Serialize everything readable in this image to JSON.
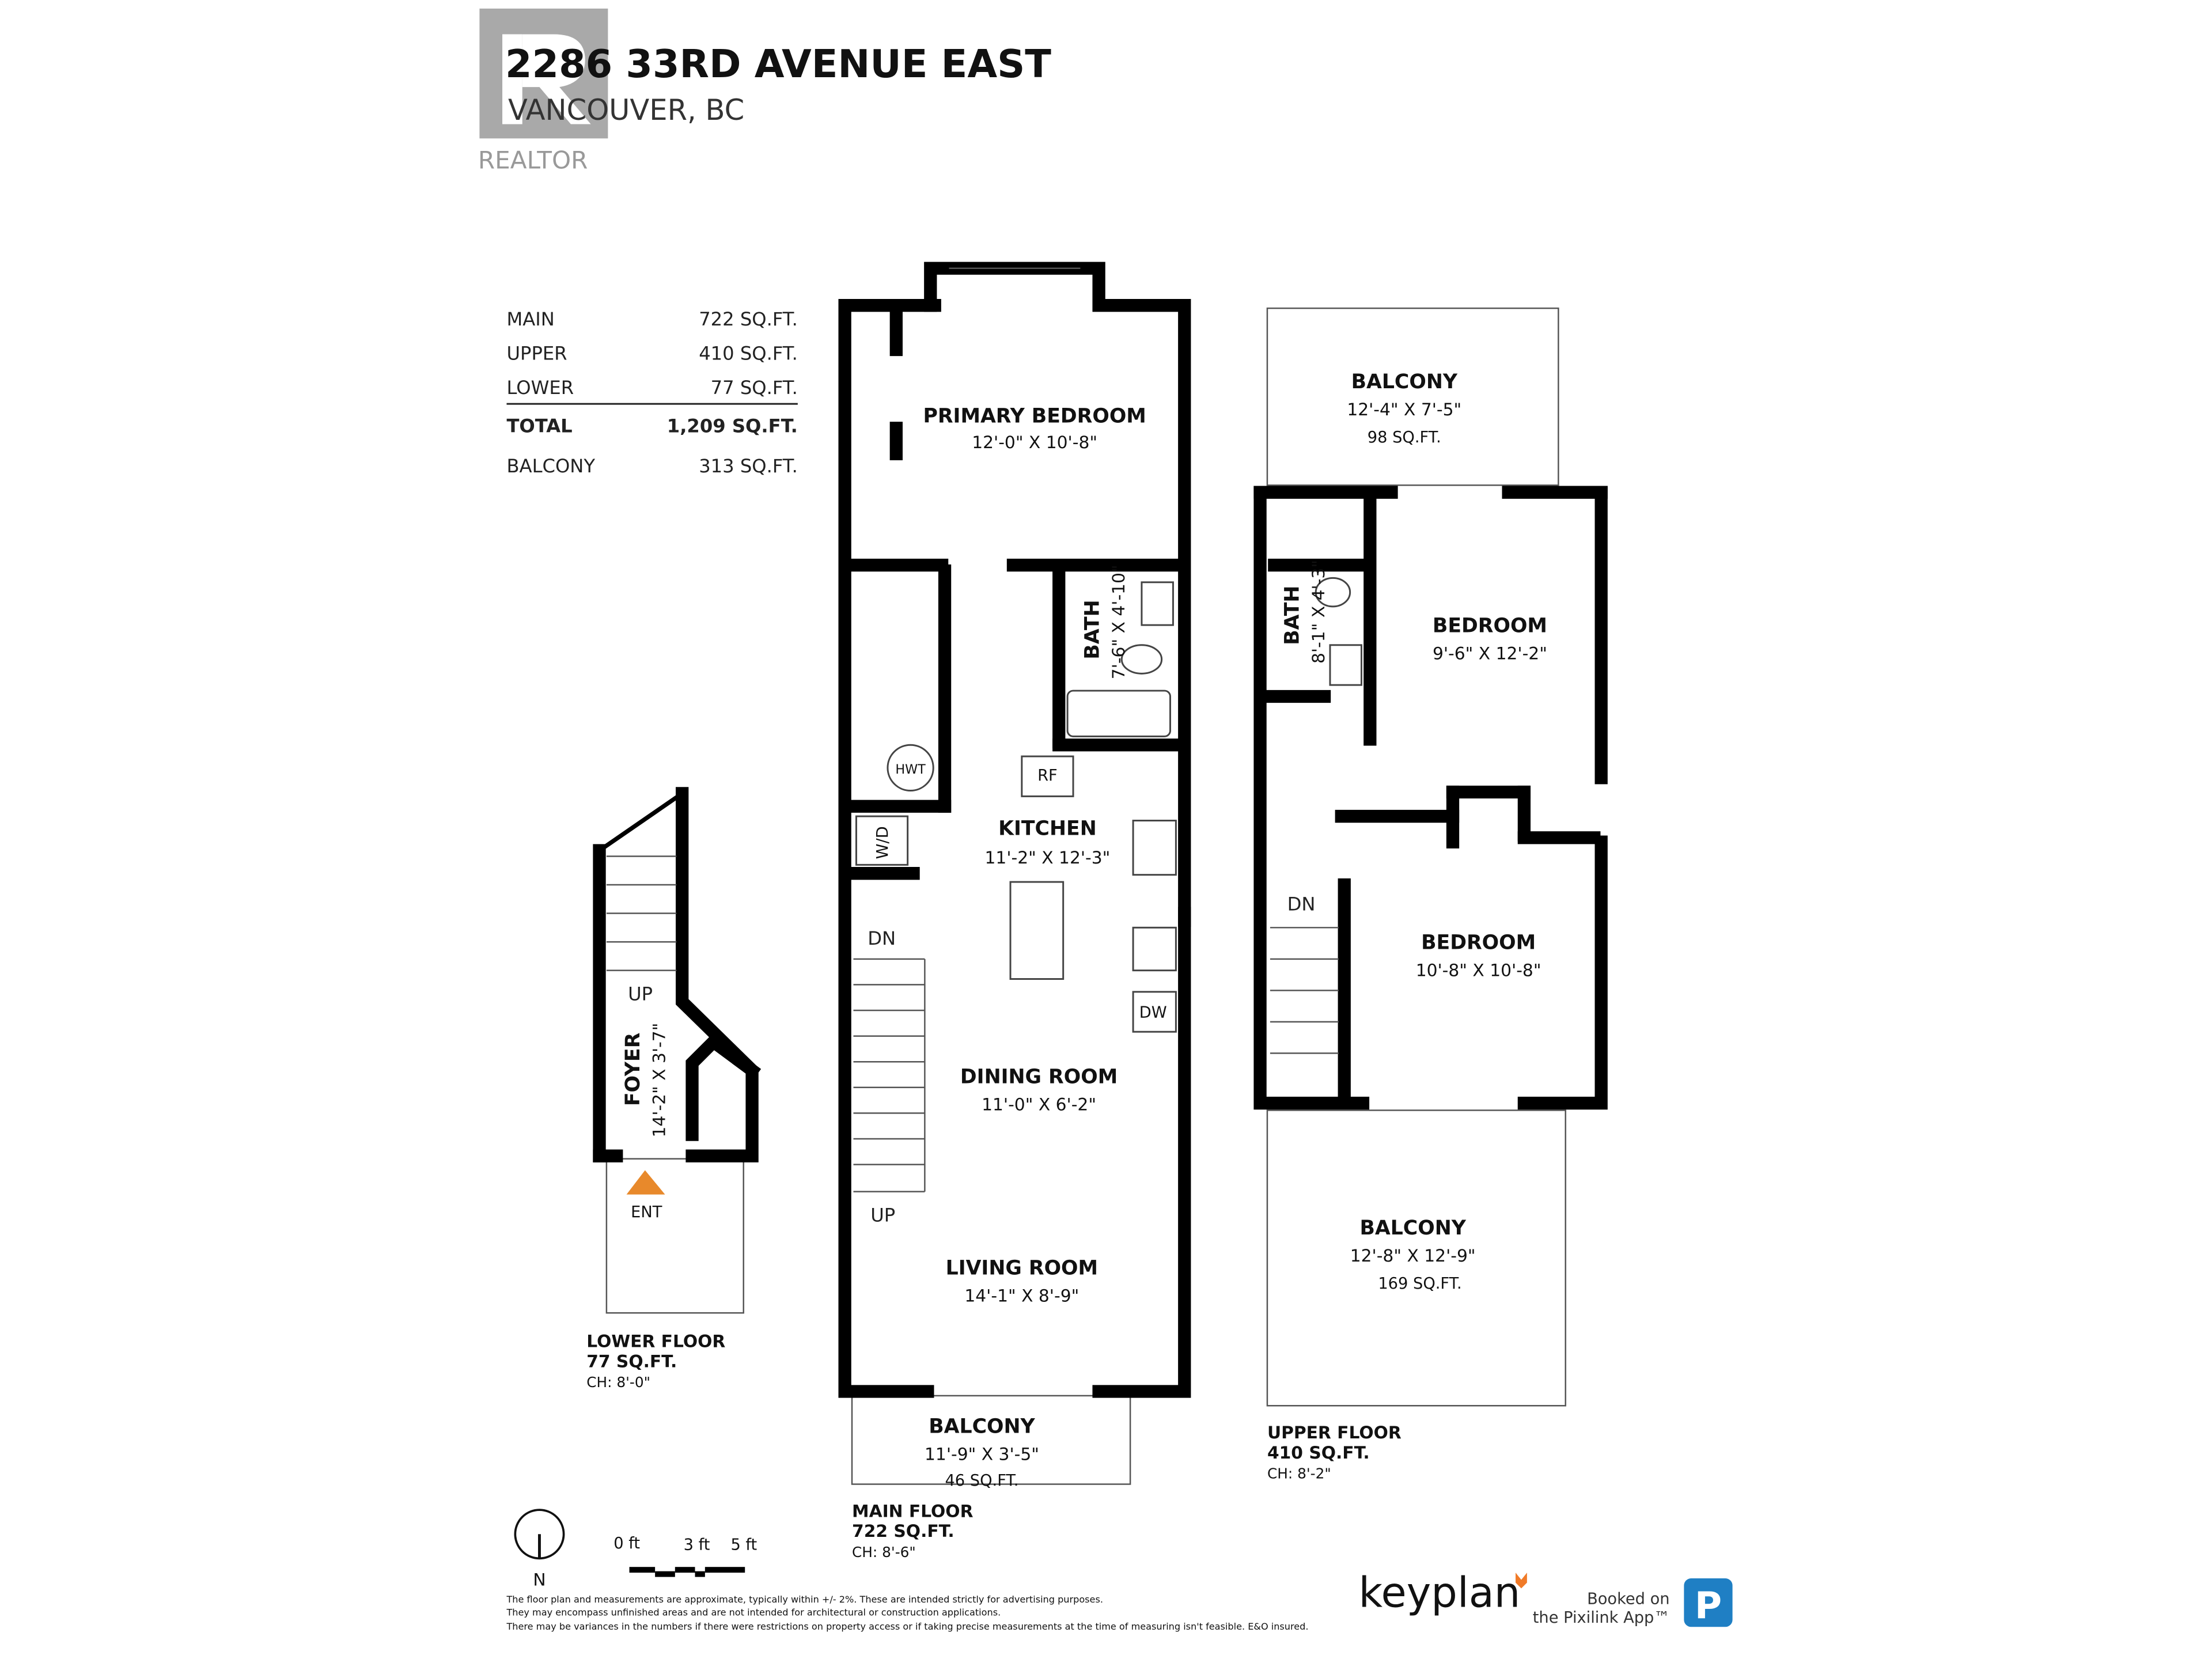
{
  "header": {
    "address": "2286 33RD AVENUE EAST",
    "city": "VANCOUVER, BC",
    "logo_text": "REALTOR"
  },
  "area_summary": [
    {
      "label": "MAIN",
      "value": "722 SQ.FT."
    },
    {
      "label": "UPPER",
      "value": "410 SQ.FT."
    },
    {
      "label": "LOWER",
      "value": "77 SQ.FT."
    },
    {
      "label": "TOTAL",
      "value": "1,209 SQ.FT."
    },
    {
      "label": "BALCONY",
      "value": "313 SQ.FT."
    }
  ],
  "main_floor": {
    "title": "MAIN FLOOR",
    "area": "722 SQ.FT.",
    "ceiling": "CH: 8'-6\"",
    "rooms": [
      {
        "name": "PRIMARY BEDROOM",
        "dims": "12'-0\"  X  10'-8\""
      },
      {
        "name": "BATH",
        "dims": "7'-6\" X 4'-10\""
      },
      {
        "name": "KITCHEN",
        "dims": "11'-2\"  X  12'-3\""
      },
      {
        "name": "DINING ROOM",
        "dims": "11'-0\"  X  6'-2\""
      },
      {
        "name": "LIVING ROOM",
        "dims": "14'-1\"  X  8'-9\""
      },
      {
        "name": "BALCONY",
        "dims": "11'-9\"  X  3'-5\"",
        "area": "46 SQ.FT."
      }
    ],
    "fixtures": {
      "hwt": "HWT",
      "rf": "RF",
      "wd": "W/D",
      "dw": "DW",
      "dn": "DN",
      "up": "UP"
    }
  },
  "upper_floor": {
    "title": "UPPER FLOOR",
    "area": "410 SQ.FT.",
    "ceiling": "CH: 8'-2\"",
    "rooms": [
      {
        "name": "BALCONY",
        "dims": "12'-4\"  X  7'-5\"",
        "area": "98 SQ.FT."
      },
      {
        "name": "BATH",
        "dims": "8'-1\" X 4'-3\""
      },
      {
        "name": "BEDROOM",
        "dims": "9'-6\"  X  12'-2\""
      },
      {
        "name": "BEDROOM",
        "dims": "10'-8\"  X  10'-8\""
      },
      {
        "name": "BALCONY",
        "dims": "12'-8\"  X  12'-9\"",
        "area": "169 SQ.FT."
      }
    ],
    "dn": "DN"
  },
  "lower_floor": {
    "title": "LOWER FLOOR",
    "area": "77 SQ.FT.",
    "ceiling": "CH: 8'-0\"",
    "rooms": [
      {
        "name": "FOYER",
        "dims": "14'-2\" X 3'-7\""
      }
    ],
    "up": "UP",
    "entrance": "ENT",
    "entrance_color": "#e8892b"
  },
  "legend": {
    "north": "N",
    "scale": [
      "0 ft",
      "3 ft",
      "5 ft"
    ]
  },
  "disclaimer": [
    "The floor plan and measurements are approximate, typically within +/- 2%. These are intended strictly for advertising purposes.",
    "They may encompass unfinished areas and are not intended for architectural or construction applications.",
    "There may be variances in the numbers if there were restrictions on property access or if taking precise measurements at the time of measuring isn't feasible. E&O insured."
  ],
  "footer": {
    "brand": "keyplan",
    "brand_accent": "#f07a28",
    "booked_line1": "Booked on",
    "booked_line2": "the Pixilink App™",
    "app_icon_letter": "P",
    "app_icon_color": "#1f7fc4"
  }
}
